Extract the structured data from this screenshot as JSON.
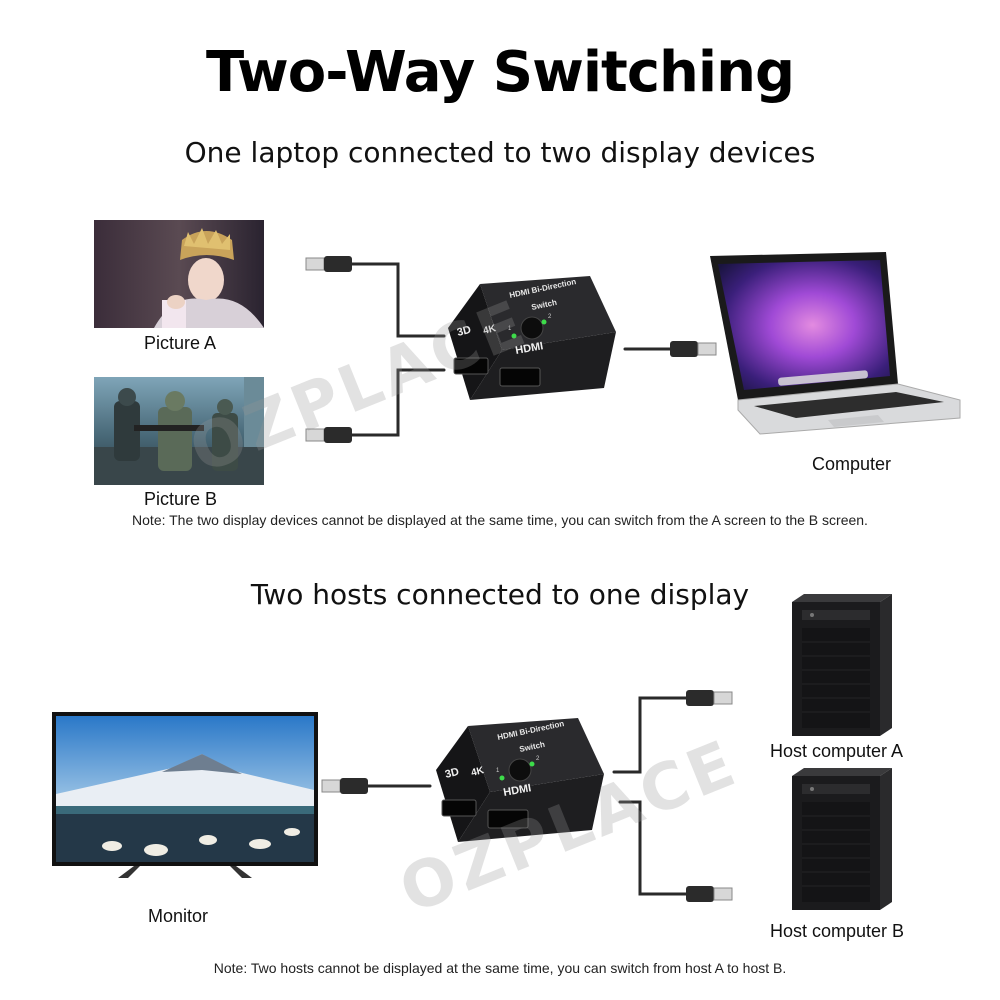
{
  "header": {
    "title": "Two-Way Switching"
  },
  "section_top": {
    "subtitle": "One laptop connected to two display devices",
    "picture_a_label": "Picture A",
    "picture_b_label": "Picture B",
    "computer_label": "Computer",
    "note": "Note: The two display devices cannot be displayed at the same time, you can switch from the A screen to the B screen."
  },
  "section_bottom": {
    "subtitle": "Two hosts connected to one display",
    "monitor_label": "Monitor",
    "host_a_label": "Host computer A",
    "host_b_label": "Host computer B",
    "note": "Note: Two hosts cannot be displayed at the same time, you can switch from host A to host B."
  },
  "switch": {
    "line1": "HDMI Bi-Direction",
    "line2": "Switch",
    "badge_3d": "3D",
    "badge_4k": "4K",
    "brand": "HDMI",
    "port1": "1",
    "port2": "2"
  },
  "watermark": "OZPLACE",
  "colors": {
    "cable": "#2a2a2a",
    "switch_body": "#1e1e20",
    "led": "#3ddc4a"
  }
}
